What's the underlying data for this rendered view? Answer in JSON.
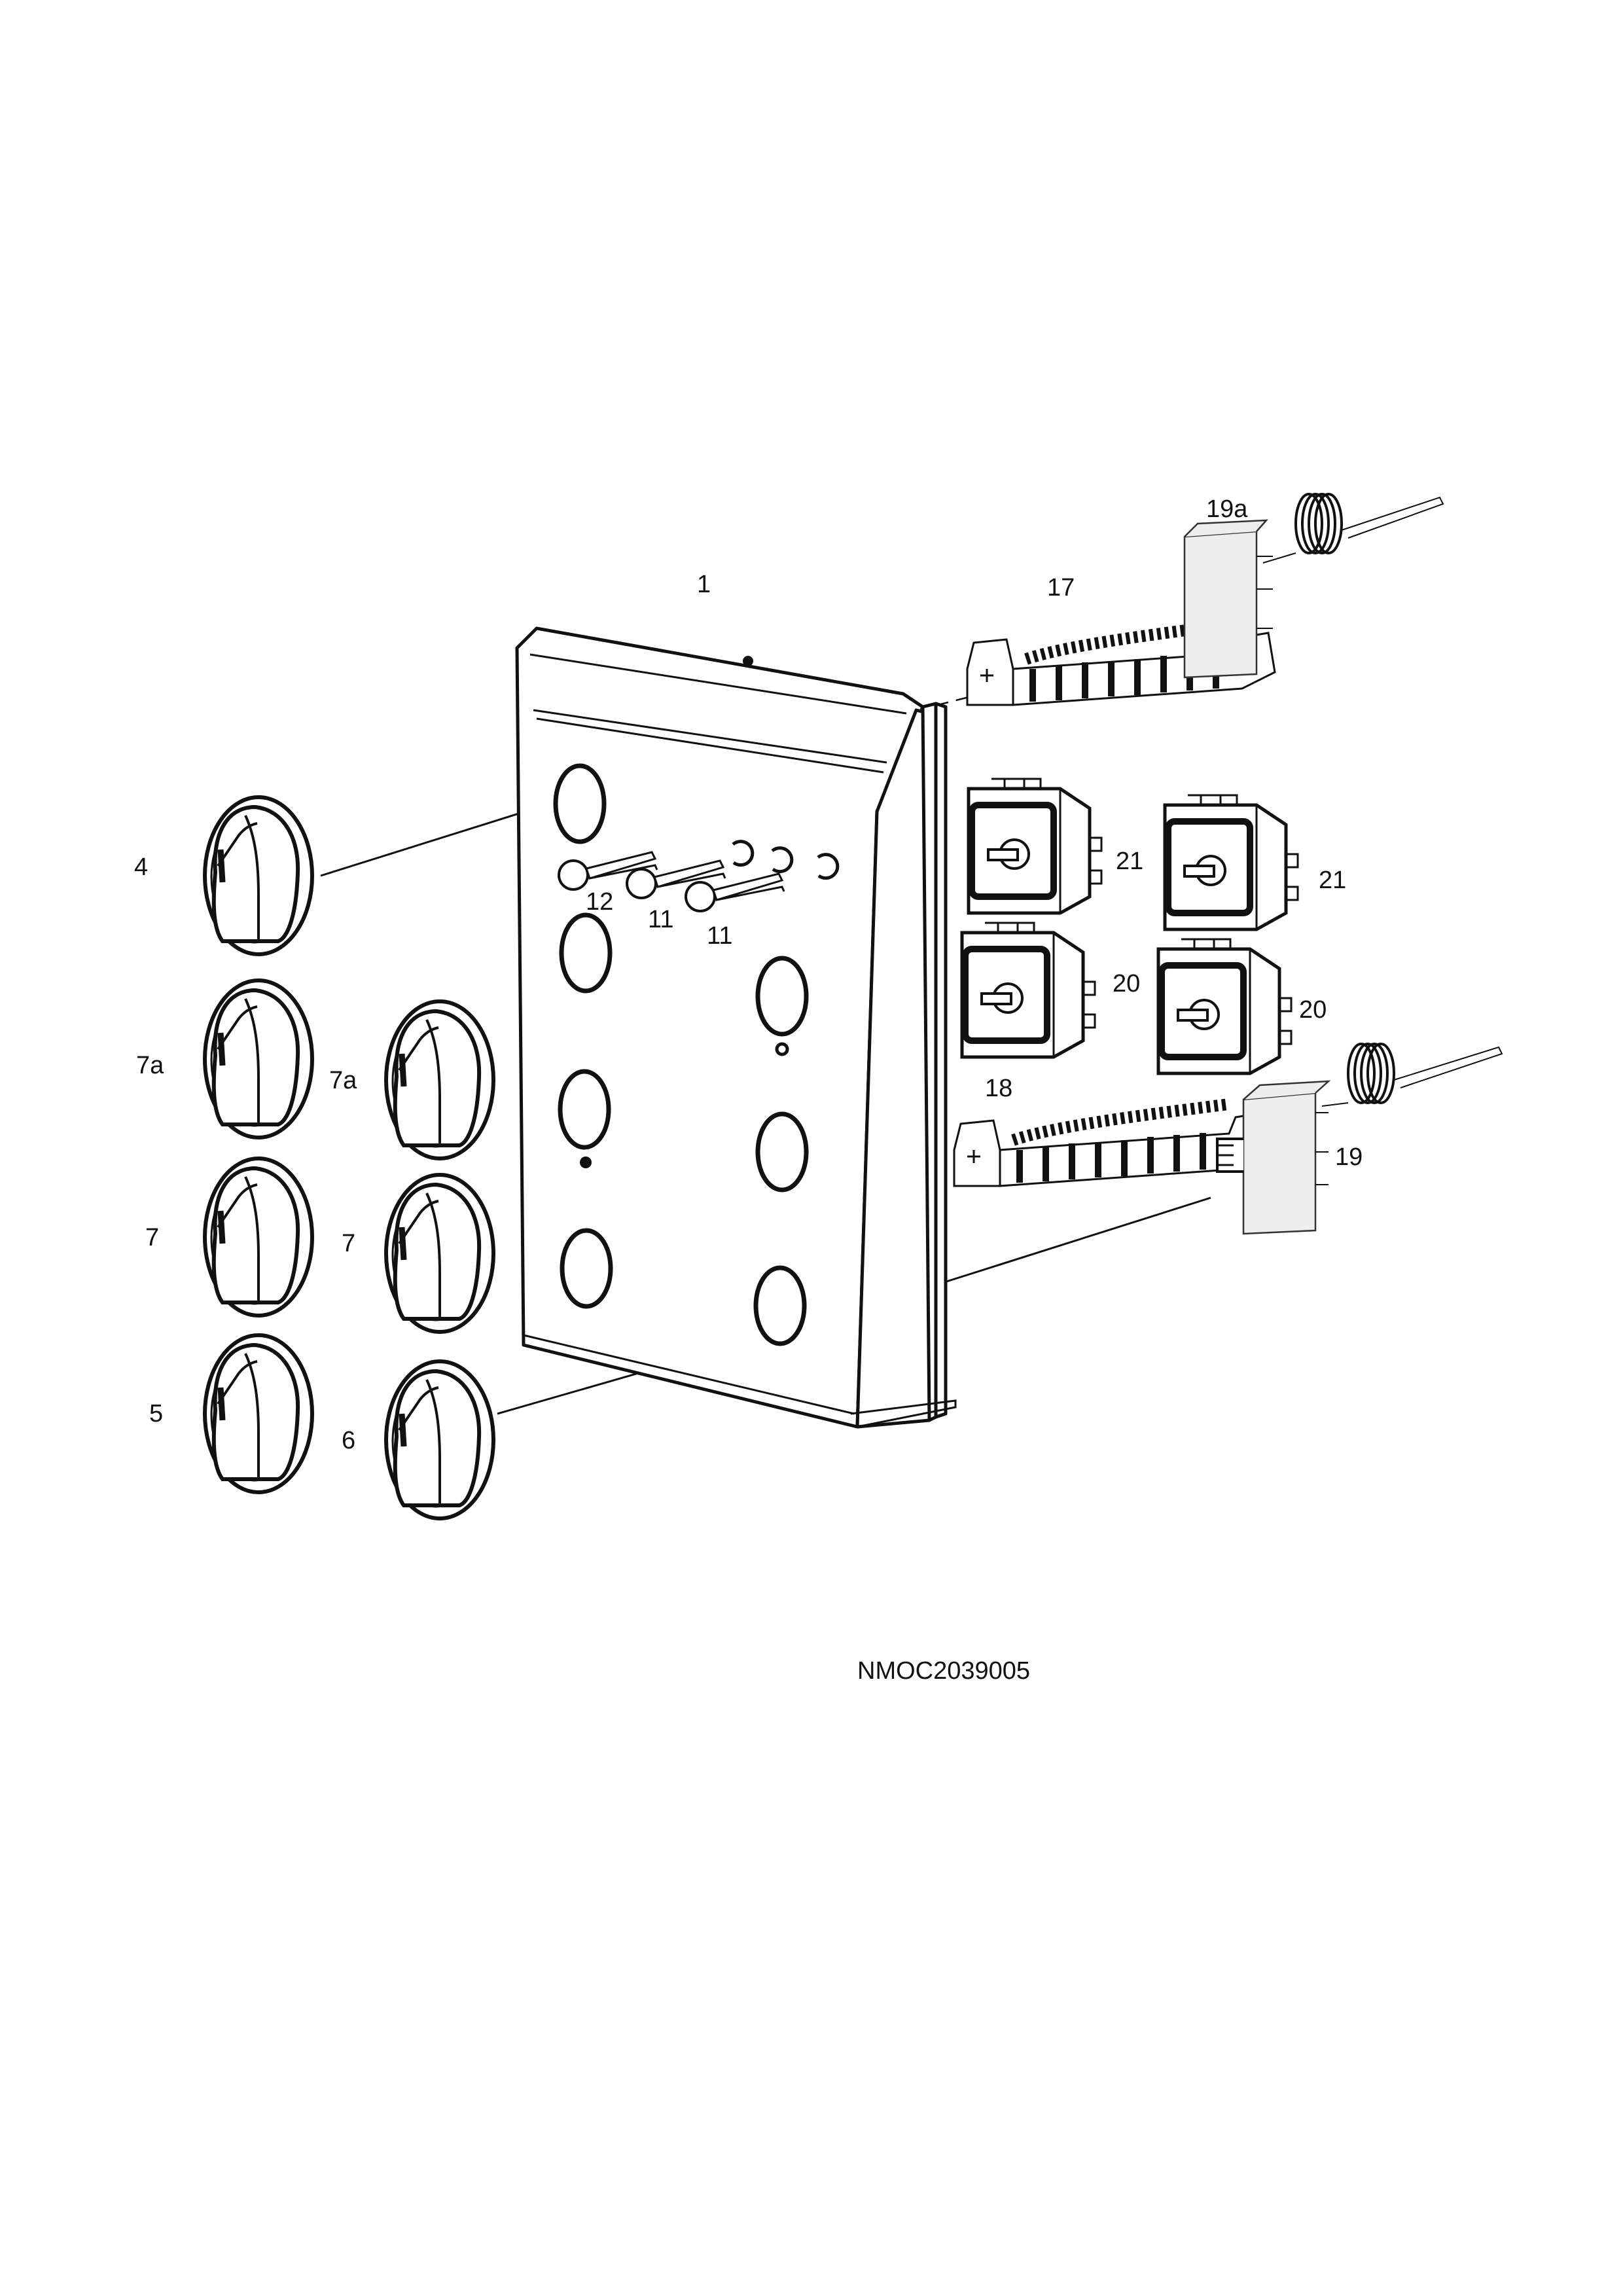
{
  "diagram": {
    "drawing_code": "NMOC2039005",
    "callouts": {
      "control_panel": "1",
      "knob_4": "4",
      "knob_5": "5",
      "knob_6": "6",
      "knob_7_left": "7",
      "knob_7_right": "7",
      "knob_7a_left": "7a",
      "knob_7a_right": "7a",
      "neon_lamp_11_a": "11",
      "neon_lamp_11_b": "11",
      "neon_lamp_12": "12",
      "switch_block_17": "17",
      "switch_block_18": "18",
      "thermostat_19": "19",
      "thermostat_19a": "19a",
      "energy_regulator_20_left": "20",
      "energy_regulator_20_right": "20",
      "energy_regulator_21_left": "21",
      "energy_regulator_21_right": "21"
    }
  }
}
